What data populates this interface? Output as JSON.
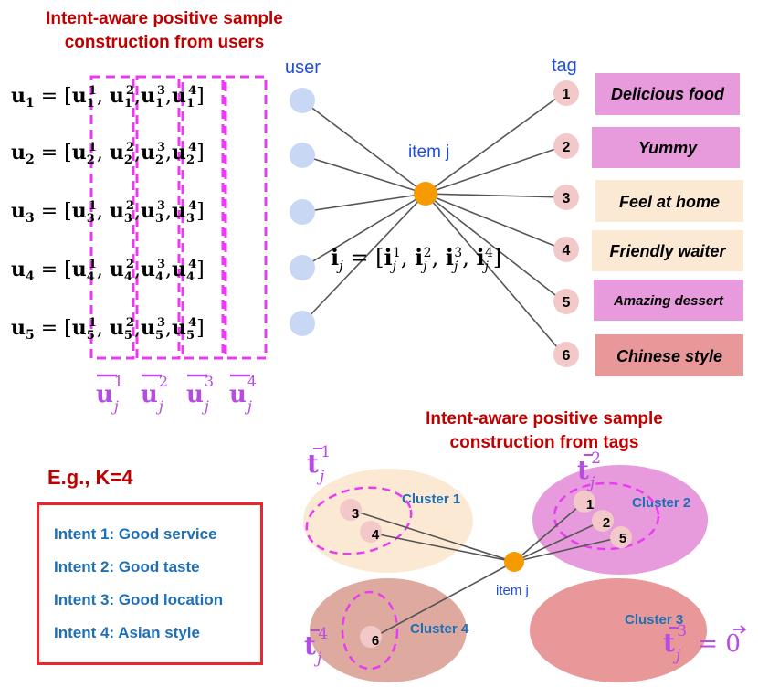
{
  "top_heading": {
    "line1": "Intent-aware positive sample",
    "line2": "construction from users"
  },
  "graph": {
    "user_label": "user",
    "tag_label": "tag",
    "item_label": "item j",
    "item_embedding": "i_j = [i_j^1, i_j^2, i_j^3, i_j^4]"
  },
  "user_embeddings": [
    {
      "name": "u1",
      "sub": "1"
    },
    {
      "name": "u2",
      "sub": "2"
    },
    {
      "name": "u3",
      "sub": "3"
    },
    {
      "name": "u4",
      "sub": "4"
    },
    {
      "name": "u5",
      "sub": "5"
    }
  ],
  "intent_columns": [
    "1",
    "2",
    "3",
    "4"
  ],
  "tags": [
    {
      "num": "1",
      "text": "Delicious food",
      "color": "#e79bdc"
    },
    {
      "num": "2",
      "text": "Yummy",
      "color": "#e79bdc"
    },
    {
      "num": "3",
      "text": "Feel at home",
      "color": "#fce9d4"
    },
    {
      "num": "4",
      "text": "Friendly waiter",
      "color": "#fce9d4"
    },
    {
      "num": "5",
      "text": "Amazing dessert",
      "color": "#e79bdc"
    },
    {
      "num": "6",
      "text": "Chinese style",
      "color": "#e89898"
    }
  ],
  "example_label": "E.g., K=4",
  "intents": [
    "Intent 1: Good service",
    "Intent 2: Good taste",
    "Intent 3: Good location",
    "Intent 4: Asian style"
  ],
  "bottom_heading": {
    "line1": "Intent-aware positive sample",
    "line2": "construction from tags"
  },
  "clusters": [
    {
      "label": "Cluster 1",
      "tags": [
        "3",
        "4"
      ],
      "color": "#fce9d4",
      "tbar": "1"
    },
    {
      "label": "Cluster 2",
      "tags": [
        "1",
        "2",
        "5"
      ],
      "color": "#e79bdc",
      "tbar": "2"
    },
    {
      "label": "Cluster 3",
      "tags": [],
      "color": "#e89898",
      "tbar": "3"
    },
    {
      "label": "Cluster 4",
      "tags": [
        "6"
      ],
      "color": "#deaaa0",
      "tbar": "4"
    }
  ],
  "cluster_item_label": "item j",
  "colors": {
    "heading": "#c00000",
    "accent_purple": "#b54ce3",
    "dash_magenta": "#e83cf0",
    "item_node": "#f79a00",
    "user_node": "#c8d8f4",
    "tag_node": "#f2c8c8",
    "blue_label": "#1f4fd6",
    "cluster_label": "#1f6fb5",
    "legend_border": "#e8262b"
  }
}
